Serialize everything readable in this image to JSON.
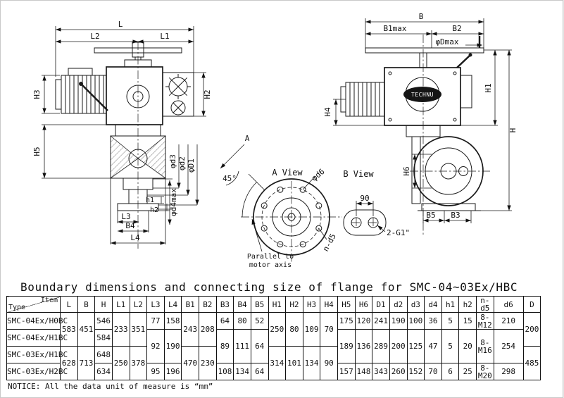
{
  "title": "Boundary dimensions and connecting size of flange for SMC-04~03Ex/HBC",
  "notice": "NOTICE: All the data unit of measure is “mm”",
  "drawing": {
    "front_view": {
      "L": "L",
      "L2": "L2",
      "L1": "L1",
      "H3": "H3",
      "H5": "H5",
      "H2": "H2",
      "d3": "φd3",
      "d2": "φd2",
      "D1": "φD1",
      "view_mark": "A",
      "angle": "45°",
      "d4max": "φd4max",
      "h1": "h1",
      "h2": "h2",
      "L3": "L3",
      "B4": "B4",
      "L4": "L4"
    },
    "side_view": {
      "B": "B",
      "B1max": "B1max",
      "B2": "B2",
      "Dmax": "φDmax",
      "H1": "H1",
      "H": "H",
      "H4": "H4",
      "H6": "H6",
      "B5": "B5",
      "B3": "B3",
      "logo": "TECHNU"
    },
    "a_view": {
      "title": "A View",
      "d6": "φd6",
      "nd5": "n-d5",
      "note1": "Parallel to",
      "note2": "motor axis"
    },
    "b_view": {
      "title": "B View",
      "width": "90",
      "thread": "2-G1\""
    }
  },
  "table": {
    "corner": {
      "item": "Item",
      "type": "Type"
    },
    "headers": [
      "L",
      "B",
      "H",
      "L1",
      "L2",
      "L3",
      "L4",
      "B1",
      "B2",
      "B3",
      "B4",
      "B5",
      "H1",
      "H2",
      "H3",
      "H4",
      "H5",
      "H6",
      "D1",
      "d2",
      "d3",
      "d4",
      "h1",
      "h2",
      "n-d5",
      "d6",
      "D"
    ],
    "types": [
      "SMC-04Ex/H0BC",
      "SMC-04Ex/H1BC",
      "SMC-03Ex/H1BC",
      "SMC-03Ex/H2BC"
    ],
    "cells": {
      "L_12": "583",
      "B_12": "451",
      "L1_12": "233",
      "L2_12": "351",
      "B1_12": "243",
      "B2_12": "208",
      "H1_12": "250",
      "H2_12": "80",
      "H3_12": "109",
      "H4_12": "70",
      "D_12": "200",
      "L_34": "628",
      "B_34": "713",
      "L1_34": "250",
      "L2_34": "378",
      "B1_34": "470",
      "B2_34": "230",
      "H1_34": "314",
      "H2_34": "101",
      "H3_34": "134",
      "H4_34": "90",
      "D_34": "485",
      "H_1": "546",
      "H_2": "584",
      "H_3": "648",
      "H_4": "634",
      "L3_1": "77",
      "L4_1": "158",
      "B3_1": "64",
      "B4_1": "80",
      "B5_1": "52",
      "H5_1": "175",
      "H6_1": "120",
      "D1_1": "241",
      "d2_1": "190",
      "d3_1": "100",
      "d4_1": "36",
      "h1_1": "5",
      "h2_1": "15",
      "nd5_1": "8-M12",
      "d6_1": "210",
      "L3_23": "92",
      "L4_23": "190",
      "B3_23": "89",
      "B4_23": "111",
      "B5_23": "64",
      "H5_23": "189",
      "H6_23": "136",
      "D1_23": "289",
      "d2_23": "200",
      "d3_23": "125",
      "d4_23": "47",
      "h1_23": "5",
      "h2_23": "20",
      "nd5_23": "8-M16",
      "d6_23": "254",
      "L3_4": "95",
      "L4_4": "196",
      "B3_4": "108",
      "B4_4": "134",
      "B5_4": "64",
      "H5_4": "157",
      "H6_4": "148",
      "D1_4": "343",
      "d2_4": "260",
      "d3_4": "152",
      "d4_4": "70",
      "h1_4": "6",
      "h2_4": "25",
      "nd5_4": "8-M20",
      "d6_4": "298"
    }
  }
}
